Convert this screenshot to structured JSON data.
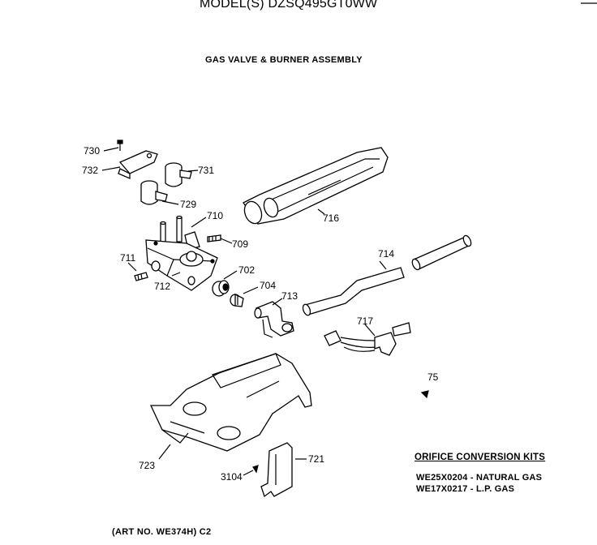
{
  "header": {
    "model": "MODEL(S) DZSQ495GT0WW",
    "section_title": "GAS VALVE & BURNER ASSEMBLY"
  },
  "callouts": {
    "p730": "730",
    "p732": "732",
    "p731": "731",
    "p729": "729",
    "p710": "710",
    "p709": "709",
    "p716": "716",
    "p711": "711",
    "p712": "712",
    "p702": "702",
    "p704": "704",
    "p713": "713",
    "p714": "714",
    "p717": "717",
    "p75": "75",
    "p723": "723",
    "p721": "721",
    "p3104": "3104"
  },
  "kits": {
    "heading": "ORIFICE CONVERSION KITS",
    "natural_gas": "WE25X0204 - NATURAL GAS",
    "lp_gas": "WE17X0217 - L.P. GAS"
  },
  "footer": {
    "art_number": "(ART NO. WE374H) C2"
  }
}
